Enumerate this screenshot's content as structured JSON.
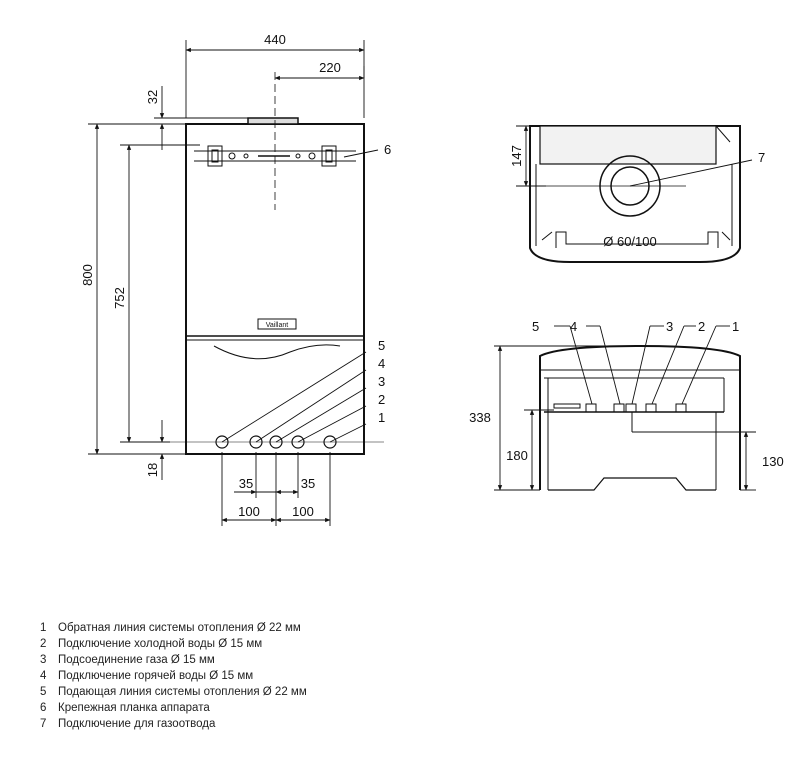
{
  "front": {
    "dims": {
      "width": "440",
      "half": "220",
      "top": "32",
      "height": "800",
      "mount": "752",
      "bottom": "18",
      "pitch_a": "35",
      "pitch_b": "35",
      "span_a": "100",
      "span_b": "100"
    },
    "callouts": [
      "6",
      "5",
      "4",
      "3",
      "2",
      "1"
    ],
    "logo": "Vaillant"
  },
  "top_view": {
    "dim_depth": "147",
    "flue": "Ø 60/100",
    "callout": "7"
  },
  "side_view": {
    "dims": {
      "depth": "338",
      "left_height": "180",
      "right_height": "130"
    },
    "callouts": [
      "5",
      "4",
      "3",
      "2",
      "1"
    ]
  },
  "legend": [
    {
      "num": "1",
      "text": "Обратная линия системы отопления Ø 22 мм"
    },
    {
      "num": "2",
      "text": "Подключение холодной воды Ø 15 мм"
    },
    {
      "num": "3",
      "text": "Подсоединение газа Ø 15 мм"
    },
    {
      "num": "4",
      "text": "Подключение горячей воды Ø 15 мм"
    },
    {
      "num": "5",
      "text": "Подающая линия системы отопления Ø 22 мм"
    },
    {
      "num": "6",
      "text": "Крепежная планка аппарата"
    },
    {
      "num": "7",
      "text": "Подключение для газоотвода"
    }
  ]
}
